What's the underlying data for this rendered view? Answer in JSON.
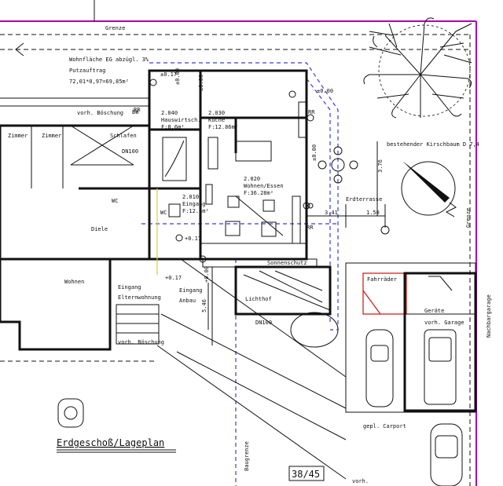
{
  "boundary": {
    "grenze_top": "Grenze",
    "grenze_right": "Grenze",
    "nachbargarage": "Nachbargarage",
    "baugrenze": "Baugrenze"
  },
  "summary": {
    "line1": "Wohnfläche EG abzügl. 3%",
    "line2": "Putzauftrag",
    "line3": "72,01*0,97=69,85m²"
  },
  "rooms": {
    "hauswirtsch_num": "2.040",
    "hauswirtsch_name": "Hauswirtsch.",
    "hauswirtsch_area": "F:8.6m²",
    "kueche_num": "2.030",
    "kueche_name": "Küche",
    "kueche_area": "F:12.86m²",
    "wohnen_num": "2.020",
    "wohnen_name": "Wohnen/Essen",
    "wohnen_area": "F:36.28m²",
    "eingang_num": "2.010",
    "eingang_name": "Eingang",
    "eingang_area": "F:12.5m²",
    "schlafen": "Schlafen",
    "zimmer1": "Zimmer",
    "zimmer2": "Zimmer",
    "wohnen_left": "Wohnen",
    "diele": "Diele",
    "wc1": "WC",
    "wc2": "WC",
    "eingang_elt_1": "Eingang",
    "eingang_elt_2": "Elternwohnung",
    "eingang_anbau_1": "Eingang",
    "eingang_anbau_2": "Anbau",
    "lichthof": "Lichthof",
    "sonnenschutz": "Sonnenschutz",
    "erdterrasse": "Erdterrasse",
    "fahrraeder": "Fahrräder",
    "geraete": "Geräte",
    "vorh_garage": "vorh. Garage",
    "carport": "gepl. Carport"
  },
  "labels": {
    "vorh_boeschung_top": "vorh. Böschung",
    "vorh_boeschung_bottom": "vorh. Böschung",
    "vorh_bottom": "vorh.",
    "kirschbaum": "bestehender Kirschbaum D 7,4",
    "dn100_a": "DN100",
    "dn100_b": "DN100",
    "rr1": "RR",
    "rr2": "RR",
    "rr3": "RR",
    "bw": "BW"
  },
  "dimensions": {
    "lvl_a": "±0.17",
    "lvl_b": "±0.00",
    "lvl_c": "±0.00",
    "lvl_d": "±0.00",
    "lvl_e": "+0.17",
    "lvl_f": "+0.17",
    "lvl_g": "±0.00",
    "lvl_h": "+0.00",
    "d_341": "3.41",
    "d_150": "1.50",
    "d_376": "3.76",
    "d_546": "5.46"
  },
  "title": "Erdgeschoß/Lageplan",
  "page": "38/45"
}
